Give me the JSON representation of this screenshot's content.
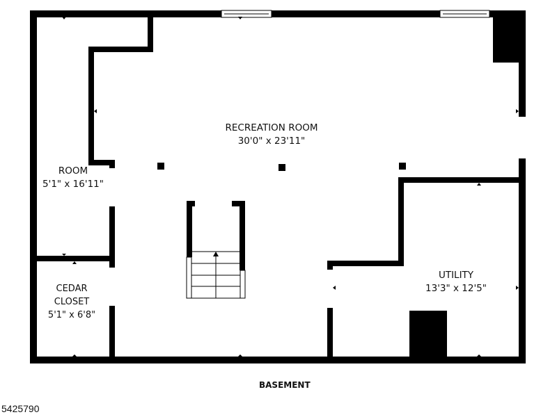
{
  "floor_title": "BASEMENT",
  "listing_number": "5425790",
  "wall_color": "#000000",
  "rooms": [
    {
      "name": "RECREATION ROOM",
      "dims": "30'0\" x 23'11\""
    },
    {
      "name": "ROOM",
      "dims": "5'1\" x 16'11\""
    },
    {
      "name": "CEDAR CLOSET",
      "name_line1": "CEDAR",
      "name_line2": "CLOSET",
      "dims": "5'1\" x 6'8\""
    },
    {
      "name": "UTILITY",
      "dims": "13'3\" x 12'5\""
    }
  ]
}
